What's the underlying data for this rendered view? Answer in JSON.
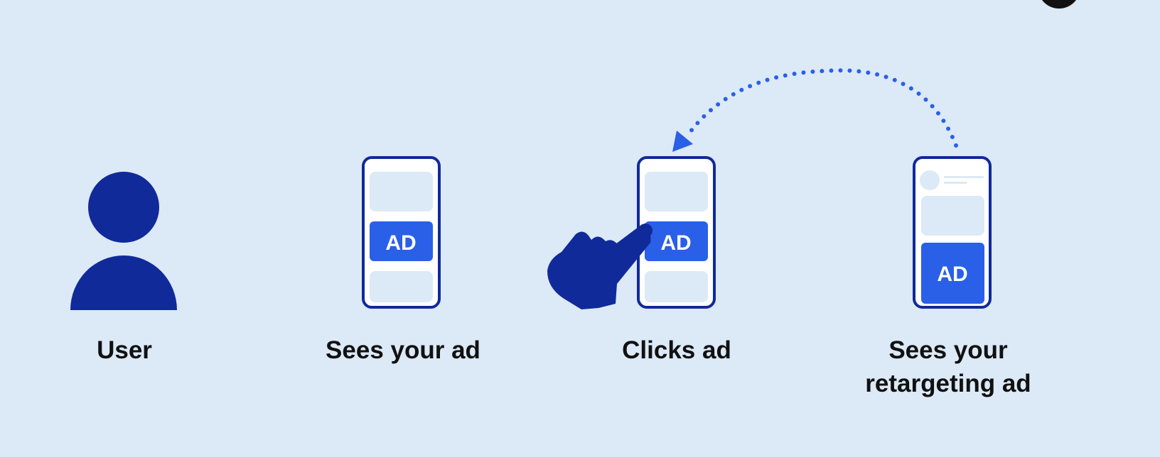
{
  "steps": [
    {
      "label": "User"
    },
    {
      "label": "Sees your ad",
      "ad_text": "AD"
    },
    {
      "label": "Clicks ad",
      "ad_text": "AD"
    },
    {
      "label_line1": "Sees your",
      "label_line2": "retargeting ad",
      "ad_text": "AD"
    }
  ],
  "colors": {
    "background": "#dce9f6",
    "navy": "#102a9a",
    "accent": "#2a5fe8",
    "placeholder": "#dce9f6"
  },
  "icons": [
    "user-icon",
    "phone-icon",
    "pointing-hand-icon",
    "dotted-return-arrow-icon"
  ]
}
